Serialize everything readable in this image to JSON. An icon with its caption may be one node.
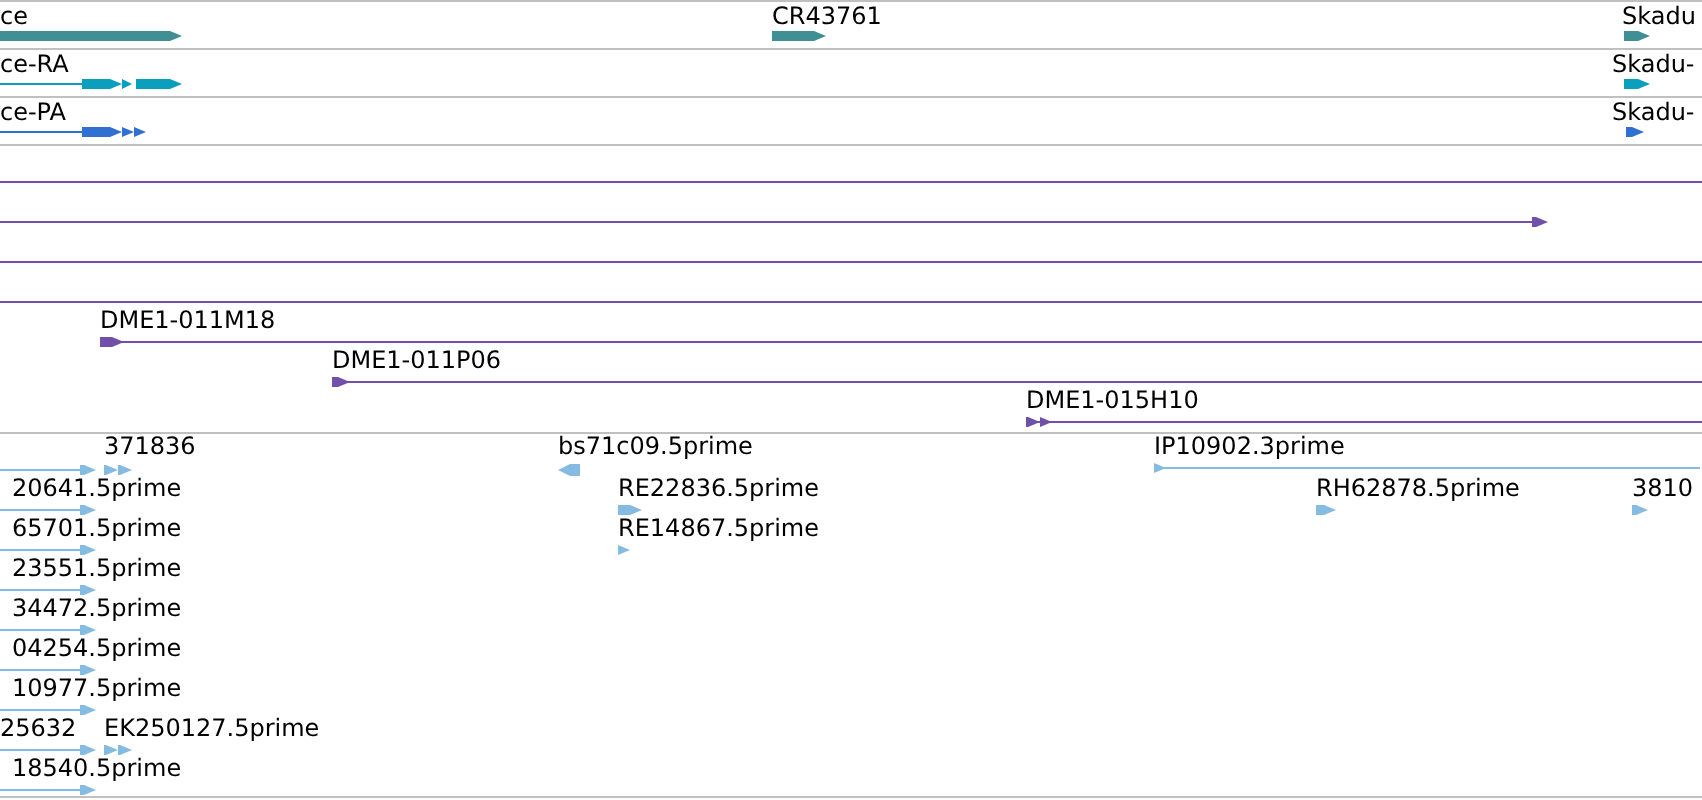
{
  "diagram": {
    "labels": [
      "ce",
      "CR43761",
      "Skadu",
      "ce-RA",
      "Skadu-",
      "ce-PA",
      "Skadu-",
      "DME1-011M18",
      "DME1-011P06",
      "DME1-015H10",
      "371836",
      "bs71c09.5prime",
      "IP10902.3prime",
      "20641.5prime",
      "RE22836.5prime",
      "RH62878.5prime",
      "3810",
      "65701.5prime",
      "RE14867.5prime",
      "23551.5prime",
      "34472.5prime",
      "04254.5prime",
      "10977.5prime",
      "25632",
      "EK250127.5prime",
      "18540.5prime"
    ]
  }
}
